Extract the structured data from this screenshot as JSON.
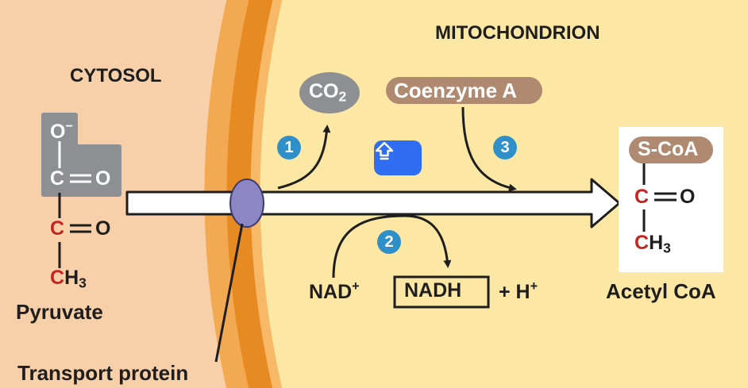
{
  "regions": {
    "cytosol": "CYTOSOL",
    "mitochondrion": "MITOCHONDRION"
  },
  "pyruvate": {
    "o_minus": "O",
    "charge": "−",
    "c1": "C",
    "o1": "O",
    "c2": "C",
    "o2": "O",
    "c3": "C",
    "h3": "H",
    "h3_sub": "3",
    "name": "Pyruvate"
  },
  "transport_protein": "Transport protein",
  "co2": {
    "c": "CO",
    "sub": "2"
  },
  "coenzyme_a": "Coenzyme A",
  "steps": [
    "1",
    "2",
    "3"
  ],
  "nad": {
    "nad": "NAD",
    "nad_sup": "+",
    "nadh": "NADH",
    "plus_h": "+ H",
    "h_sup": "+"
  },
  "acetyl_coa": {
    "scoa": "S-CoA",
    "c1": "C",
    "o": "O",
    "c2": "C",
    "h3": "H",
    "h3_sub": "3",
    "name": "Acetyl CoA"
  },
  "colors": {
    "cytosol_bg": "#f7cfa8",
    "membrane_outer": "#f3a951",
    "membrane_inner": "#e78a22",
    "matrix_bg": "#fde7a4",
    "step_blue": "#2f8fc9",
    "carbon_red": "#c8241f",
    "group_grey": "#8d8f92",
    "coa_brown": "#b08a70",
    "button_blue": "#2f6ef2"
  },
  "overlay_button": {
    "icon": "upload-arrow-icon"
  }
}
